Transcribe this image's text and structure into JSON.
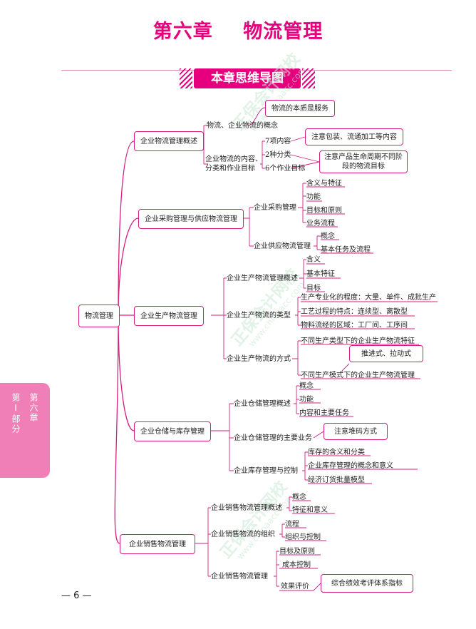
{
  "header": {
    "chapter": "第六章",
    "title": "物流管理",
    "banner": "本章思维导图"
  },
  "side_tab": {
    "part": "第Ⅰ部分",
    "chapter": "第六章"
  },
  "page_number": "— 6 —",
  "watermark": {
    "text": "正保会计网校",
    "url": "www.chinaacc.com"
  },
  "mindmap": {
    "root": "物流管理",
    "b1": {
      "label": "企业物流管理概述",
      "c1": "物流、企业物流的概念",
      "c1_note": "物流的本质是服务",
      "c2": "企业物流的内容、分类和作业目标",
      "d1": "7项内容",
      "d1_note": "注意包装、流通加工等内容",
      "d2": "2种分类",
      "d3": "6个作业目标",
      "d_note": "注意产品生命周期不同阶段的物流目标"
    },
    "b2": {
      "label": "企业采购管理与供应物流管理",
      "c1": "企业采购管理",
      "c1_items": [
        "含义与特征",
        "功能",
        "目标和原则",
        "业务流程"
      ],
      "c2": "企业供应物流管理",
      "c2_items": [
        "概念",
        "基本任务及流程"
      ]
    },
    "b3": {
      "label": "企业生产物流管理",
      "c1": "企业生产物流管理概述",
      "c1_items": [
        "含义",
        "基本特征",
        "目标"
      ],
      "c2": "企业生产物流的类型",
      "c2_items": [
        "生产专业化的程度：大量、单件、成批生产",
        "工艺过程的特点：连续型、离散型",
        "物料流经的区域：工厂间、工序间"
      ],
      "c3": "企业生产物流的方式",
      "c3_items": [
        "不同生产类型下的企业生产物流特征",
        "不同生产模式下的企业生产物流管理"
      ],
      "c3_note": "推进式、拉动式"
    },
    "b4": {
      "label": "企业仓储与库存管理",
      "c1": "企业仓储管理概述",
      "c1_items": [
        "概念",
        "功能",
        "内容和主要任务"
      ],
      "c2": "企业仓储管理的主要业务",
      "c2_note": "注意堆码方式",
      "c3": "企业库存管理与控制",
      "c3_items": [
        "库存的含义和分类",
        "企业库存管理的概念和意义",
        "经济订货批量模型"
      ]
    },
    "b5": {
      "label": "企业销售物流管理",
      "c1": "企业销售物流管理概述",
      "c1_items": [
        "概念",
        "特征和意义"
      ],
      "c2": "企业销售物流的组织",
      "c2_items": [
        "流程",
        "组织与控制"
      ],
      "c3": "企业销售物流管理",
      "c3_items": [
        "目标及原则",
        "成本控制",
        "效果评价"
      ],
      "c3_note": "综合绩效考评体系指标"
    }
  },
  "colors": {
    "accent": "#e6007e",
    "line": "#d61f80",
    "tab": "#ef7fb6"
  }
}
